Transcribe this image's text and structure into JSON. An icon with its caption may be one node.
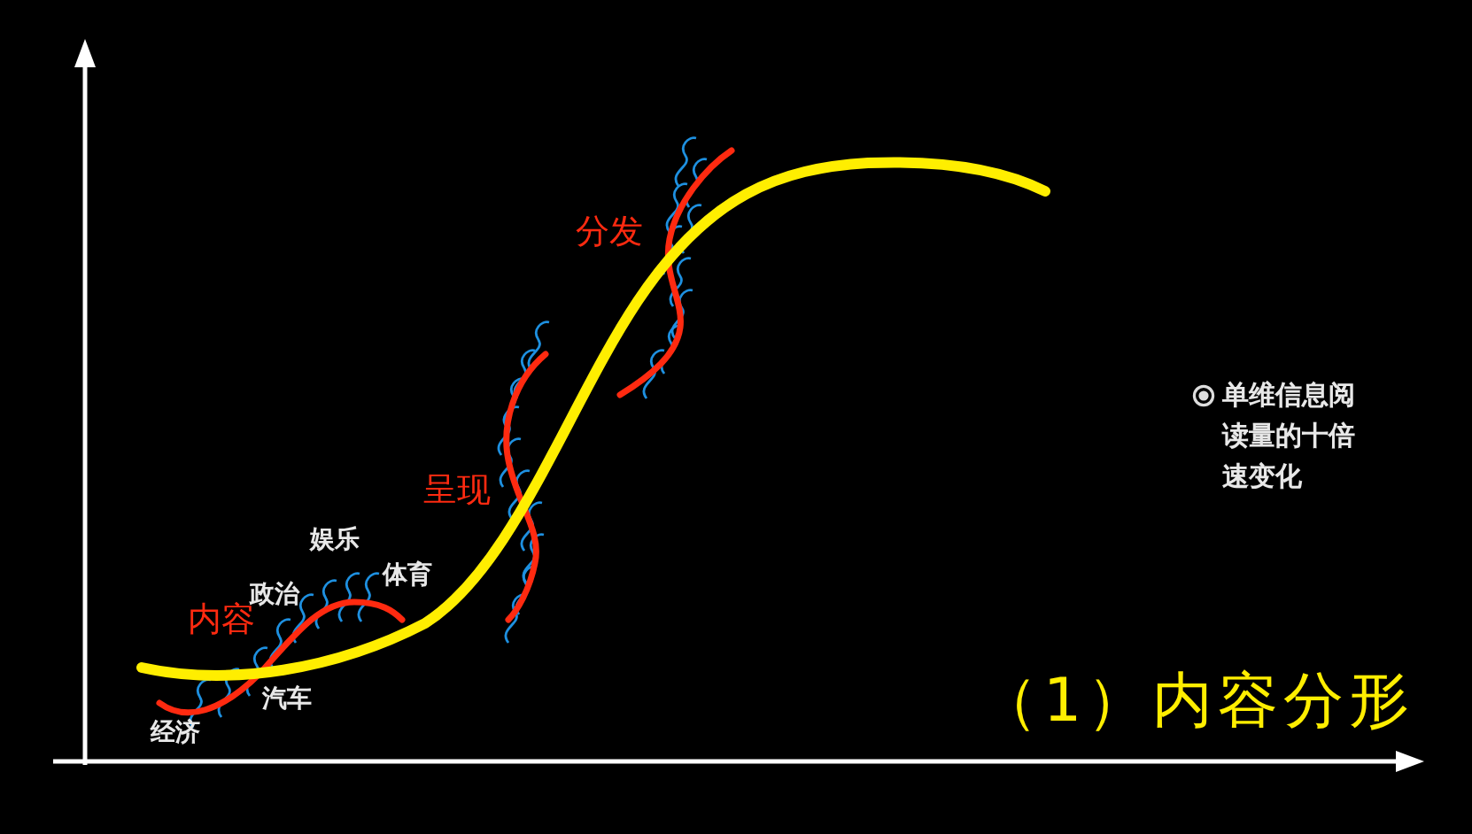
{
  "diagram": {
    "title": "（1）内容分形",
    "labels": [
      "分发",
      "呈现",
      "娱乐",
      "政治",
      "体育",
      "内容",
      "汽车",
      "经济",
      "单维信息阅读量的十倍速变化"
    ]
  }
}
